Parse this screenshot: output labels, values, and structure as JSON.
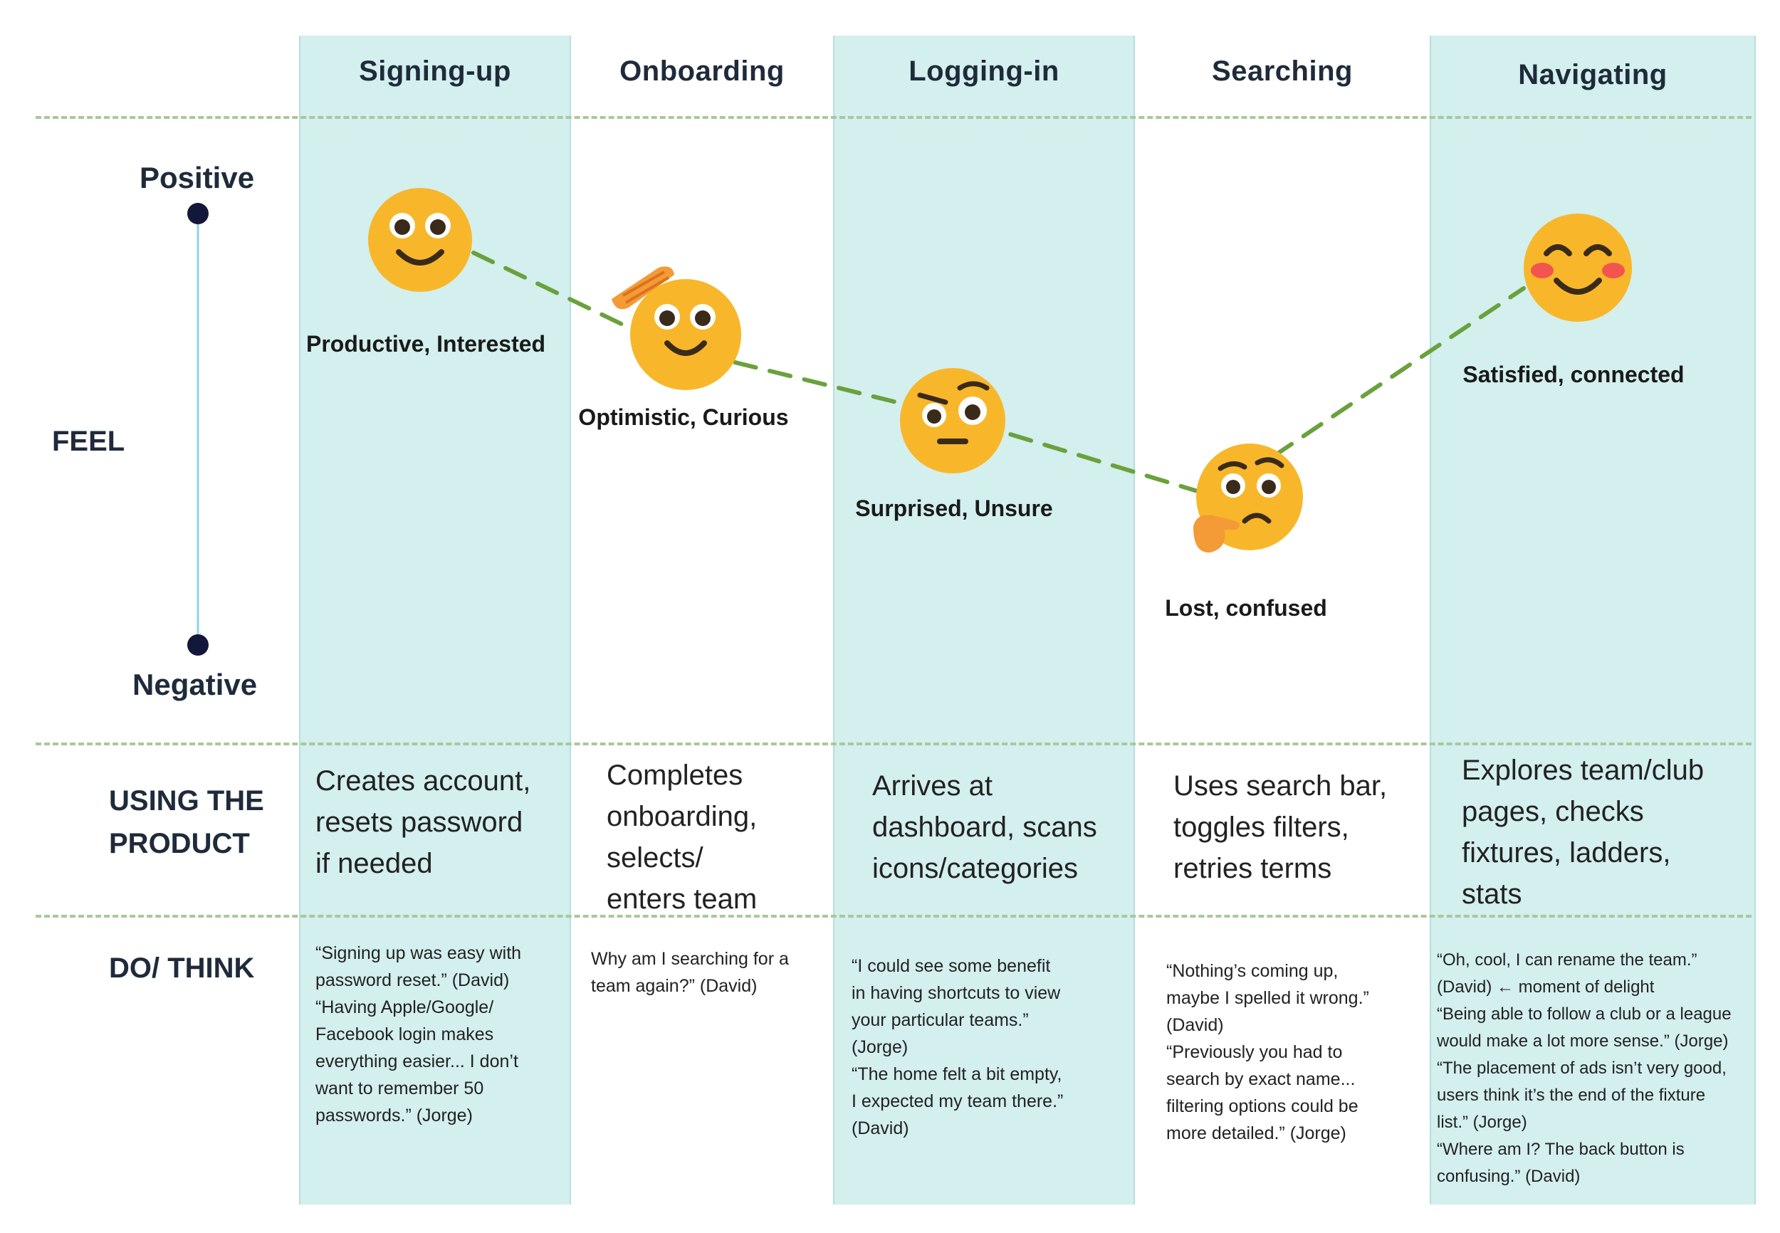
{
  "stages": [
    {
      "title": "Signing-up"
    },
    {
      "title": "Onboarding"
    },
    {
      "title": "Logging-in"
    },
    {
      "title": "Searching"
    },
    {
      "title": "Navigating"
    }
  ],
  "feel": {
    "row_label": "FEEL",
    "axis_positive": "Positive",
    "axis_negative": "Negative",
    "emotions": [
      {
        "label": "Productive, Interested",
        "face": "smiling-face-icon"
      },
      {
        "label": "Optimistic, Curious",
        "face": "saluting-face-icon"
      },
      {
        "label": "Surprised, Unsure",
        "face": "raised-eyebrow-face-icon"
      },
      {
        "label": "Lost, confused",
        "face": "thinking-face-icon"
      },
      {
        "label": "Satisfied, connected",
        "face": "blushing-face-icon"
      }
    ]
  },
  "using": {
    "row_label_1": "USING THE",
    "row_label_2": "PRODUCT",
    "actions": [
      {
        "lines": [
          "Creates account,",
          "resets password",
          "if needed"
        ]
      },
      {
        "lines": [
          "Completes",
          "onboarding,",
          "selects/",
          "enters team"
        ]
      },
      {
        "lines": [
          "Arrives at",
          "dashboard, scans",
          "icons/categories"
        ]
      },
      {
        "lines": [
          "Uses search bar,",
          "toggles filters,",
          "retries terms"
        ]
      },
      {
        "lines": [
          "Explores team/club",
          "pages, checks",
          "fixtures, ladders,",
          "stats"
        ]
      }
    ]
  },
  "dothink": {
    "row_label": "DO/ THINK",
    "quotes": [
      {
        "lines": [
          "“Signing up was easy with",
          "password reset.” (David)",
          " “Having Apple/Google/",
          "Facebook login makes",
          "everything easier... I don’t",
          "want to remember 50",
          "passwords.” (Jorge)"
        ]
      },
      {
        "lines": [
          "Why am I searching for a",
          "team again?” (David)"
        ]
      },
      {
        "lines": [
          "“I could see some benefit",
          "in having shortcuts to view",
          "your particular teams.”",
          "(Jorge)",
          " “The home felt a bit empty,",
          "I expected my team there.”",
          "(David)"
        ]
      },
      {
        "lines": [
          "“Nothing’s coming up,",
          "maybe I spelled it wrong.”",
          "(David)",
          " “Previously you had to",
          "search by exact name...",
          "filtering options could be",
          "more detailed.” (Jorge)"
        ]
      },
      {
        "lines": [
          "“Oh, cool, I can rename the team.”",
          "(David) ← moment of delight",
          " “Being able to follow a club or a league",
          "would make a lot more sense.” (Jorge)",
          " “The placement of ads isn’t very good,",
          "users think it’s the end of the fixture",
          "list.” (Jorge)",
          " “Where am I? The back button is",
          "confusing.” (David)"
        ]
      }
    ]
  },
  "colors": {
    "column_highlight": "#d3efee",
    "dashed_line": "#a8c99b",
    "journey_line": "#6aa13c",
    "axis_line": "#8fd3dc",
    "axis_dot": "#13183a",
    "emoji_yellow": "#f8b72a",
    "emoji_blush": "#f2554f"
  },
  "chart_data": {
    "type": "line",
    "categories": [
      "Signing-up",
      "Onboarding",
      "Logging-in",
      "Searching",
      "Navigating"
    ],
    "series": [
      {
        "values": [
          0.85,
          0.65,
          0.5,
          0.3,
          0.75
        ]
      }
    ]
  }
}
